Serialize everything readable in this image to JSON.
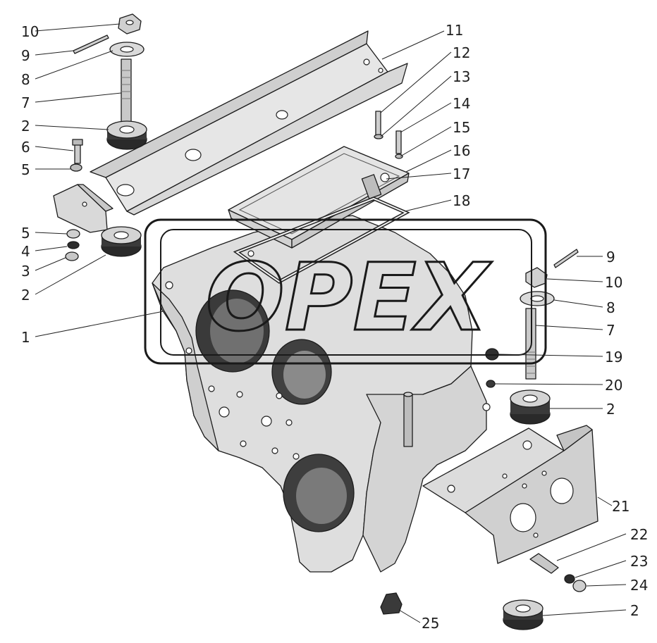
{
  "watermark": {
    "text": "ОРЕХ"
  },
  "colors": {
    "part_fill": "#e0e0e0",
    "part_shade": "#c4c4c4",
    "rubber": "#2a2a2a",
    "watermark_outline": "#1a1a1a"
  },
  "callouts": [
    {
      "id": "c10a",
      "label": "10"
    },
    {
      "id": "c9a",
      "label": "9"
    },
    {
      "id": "c8a",
      "label": "8"
    },
    {
      "id": "c7a",
      "label": "7"
    },
    {
      "id": "c2a",
      "label": "2"
    },
    {
      "id": "c6",
      "label": "6"
    },
    {
      "id": "c5a",
      "label": "5"
    },
    {
      "id": "c5b",
      "label": "5"
    },
    {
      "id": "c4",
      "label": "4"
    },
    {
      "id": "c3",
      "label": "3"
    },
    {
      "id": "c2b",
      "label": "2"
    },
    {
      "id": "c1",
      "label": "1"
    },
    {
      "id": "c11",
      "label": "11"
    },
    {
      "id": "c12",
      "label": "12"
    },
    {
      "id": "c13",
      "label": "13"
    },
    {
      "id": "c14",
      "label": "14"
    },
    {
      "id": "c15",
      "label": "15"
    },
    {
      "id": "c16",
      "label": "16"
    },
    {
      "id": "c17",
      "label": "17"
    },
    {
      "id": "c18",
      "label": "18"
    },
    {
      "id": "c9b",
      "label": "9"
    },
    {
      "id": "c10b",
      "label": "10"
    },
    {
      "id": "c8b",
      "label": "8"
    },
    {
      "id": "c7b",
      "label": "7"
    },
    {
      "id": "c19",
      "label": "19"
    },
    {
      "id": "c20",
      "label": "20"
    },
    {
      "id": "c2c",
      "label": "2"
    },
    {
      "id": "c21",
      "label": "21"
    },
    {
      "id": "c22",
      "label": "22"
    },
    {
      "id": "c23",
      "label": "23"
    },
    {
      "id": "c24",
      "label": "24"
    },
    {
      "id": "c2d",
      "label": "2"
    },
    {
      "id": "c25",
      "label": "25"
    }
  ]
}
